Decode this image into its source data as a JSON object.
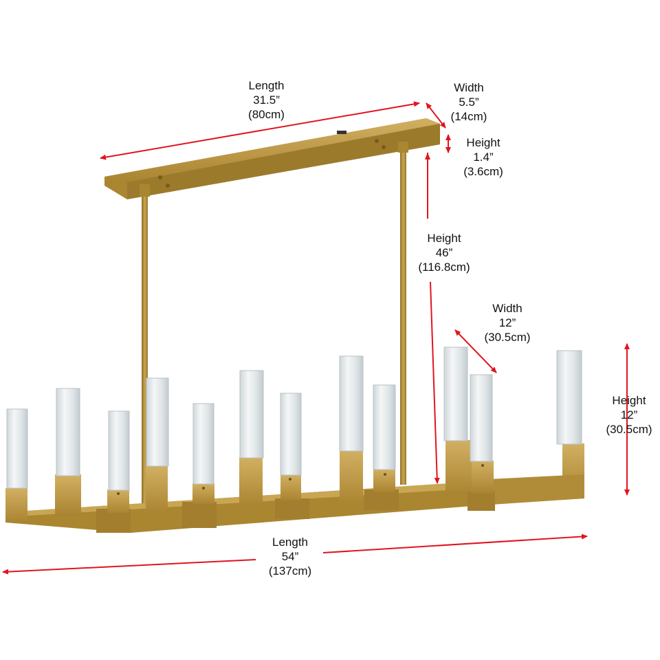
{
  "dimensions": {
    "canopy_length": {
      "label": "Length",
      "imperial": "31.5”",
      "metric": "(80cm)"
    },
    "canopy_width": {
      "label": "Width",
      "imperial": "5.5”",
      "metric": "(14cm)"
    },
    "canopy_height": {
      "label": "Height",
      "imperial": "1.4”",
      "metric": "(3.6cm)"
    },
    "overall_height": {
      "label": "Height",
      "imperial": "46”",
      "metric": "(116.8cm)"
    },
    "fixture_width": {
      "label": "Width",
      "imperial": "12”",
      "metric": "(30.5cm)"
    },
    "fixture_height": {
      "label": "Height",
      "imperial": "12”",
      "metric": "(30.5cm)"
    },
    "fixture_length": {
      "label": "Length",
      "imperial": "54”",
      "metric": "(137cm)"
    }
  },
  "colors": {
    "arrow": "#e0141e",
    "brass": "#b8913c",
    "brass_dark": "#8f6c24",
    "brass_light": "#d3b160",
    "crystal": "#e6ebed"
  }
}
